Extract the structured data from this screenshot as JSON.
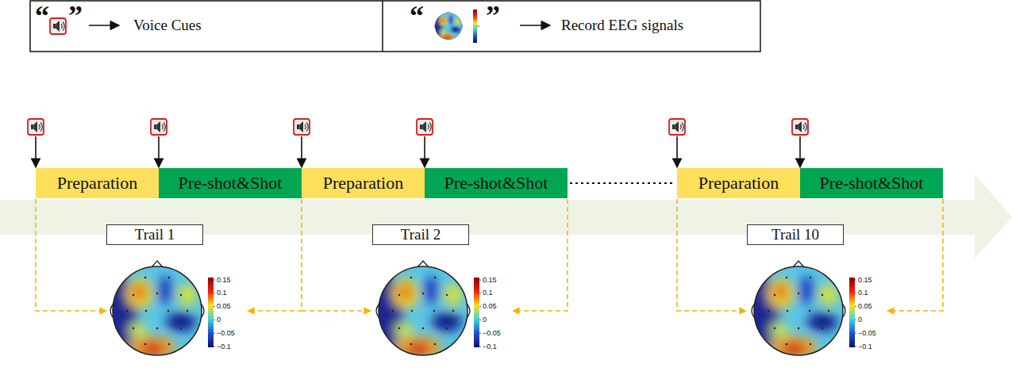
{
  "diagram": {
    "nodes": [
      {
        "text": [
          "Preparation"
        ]
      },
      {
        "text": [
          "Pre-shot&Shot"
        ]
      },
      {
        "text": [
          "Trail 1"
        ]
      },
      {
        "text": [
          "Preparation"
        ]
      },
      {
        "text": [
          "Pre-shot&Shot"
        ]
      },
      {
        "text": [
          "Trail 2"
        ]
      },
      {
        "text": [
          "Preparation"
        ]
      },
      {
        "text": [
          "Pre-shot&Shot"
        ]
      },
      {
        "text": [
          "Trail 10"
        ]
      }
    ],
    "labels": [
      "“",
      "”",
      "“",
      "”",
      "0.15",
      "0.1",
      "0.05",
      "0",
      "−0.05",
      "−0.1",
      "0.15",
      "0.1",
      "0.05",
      "0",
      "−0.05",
      "−0.1",
      "0.15",
      "0.1",
      "0.05",
      "0",
      "−0.05",
      "−0.1"
    ],
    "legend": [
      {
        "text": "Voice Cues"
      },
      {
        "text": "Record EEG signals"
      }
    ]
  }
}
